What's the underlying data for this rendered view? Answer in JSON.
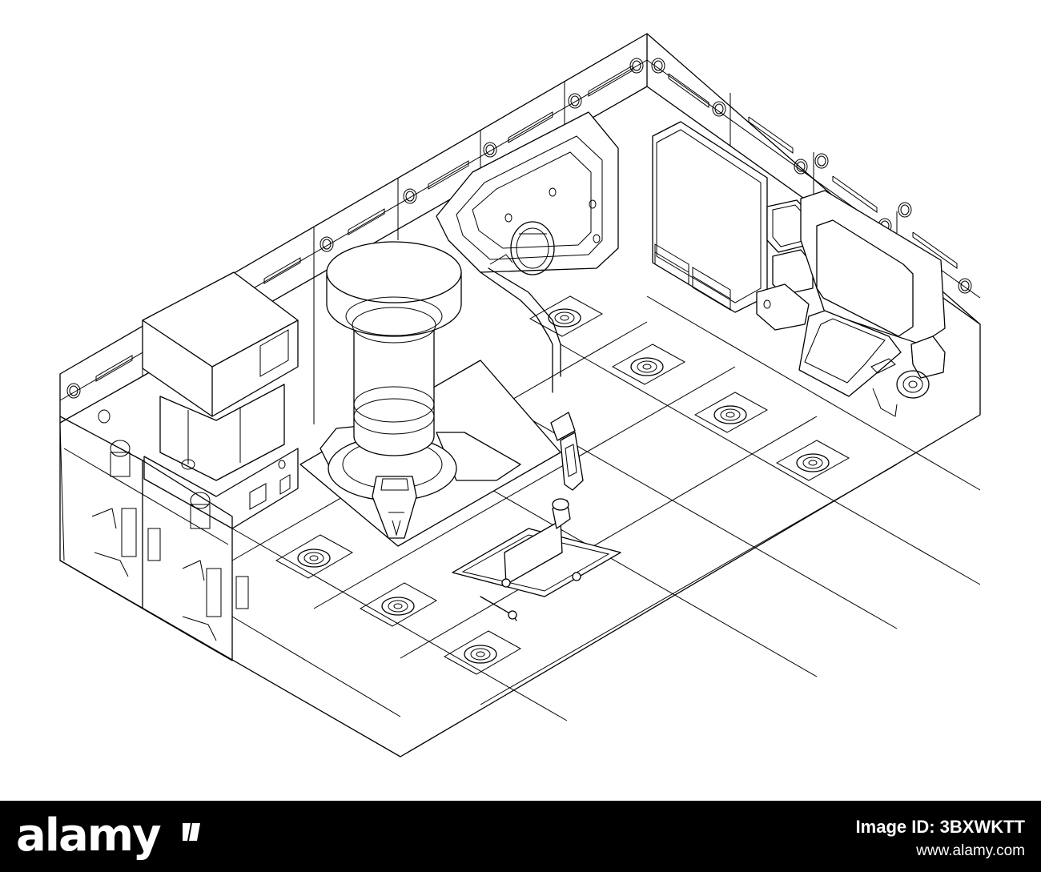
{
  "illustration": {
    "subject": "isometric line-art spacecraft interior room",
    "stroke_color": "#000000",
    "background_color": "#ffffff",
    "elements": [
      "back-left-wall-panels",
      "back-right-wall-panels",
      "porthole-lights",
      "bulkhead-door",
      "wall-screen-panel",
      "control-console-monitors",
      "reactor-cylinder",
      "reactor-base-platform",
      "storage-unit-box",
      "cargo-shelving-rack",
      "floor-tiles",
      "floor-target-markers",
      "control-pedestal",
      "workbench-cart"
    ]
  },
  "watermark": {
    "brand": "alamy",
    "image_id": "Image ID: 3BXWKTT",
    "site": "www.alamy.com",
    "background_color": "#000000",
    "text_color": "#ffffff"
  }
}
